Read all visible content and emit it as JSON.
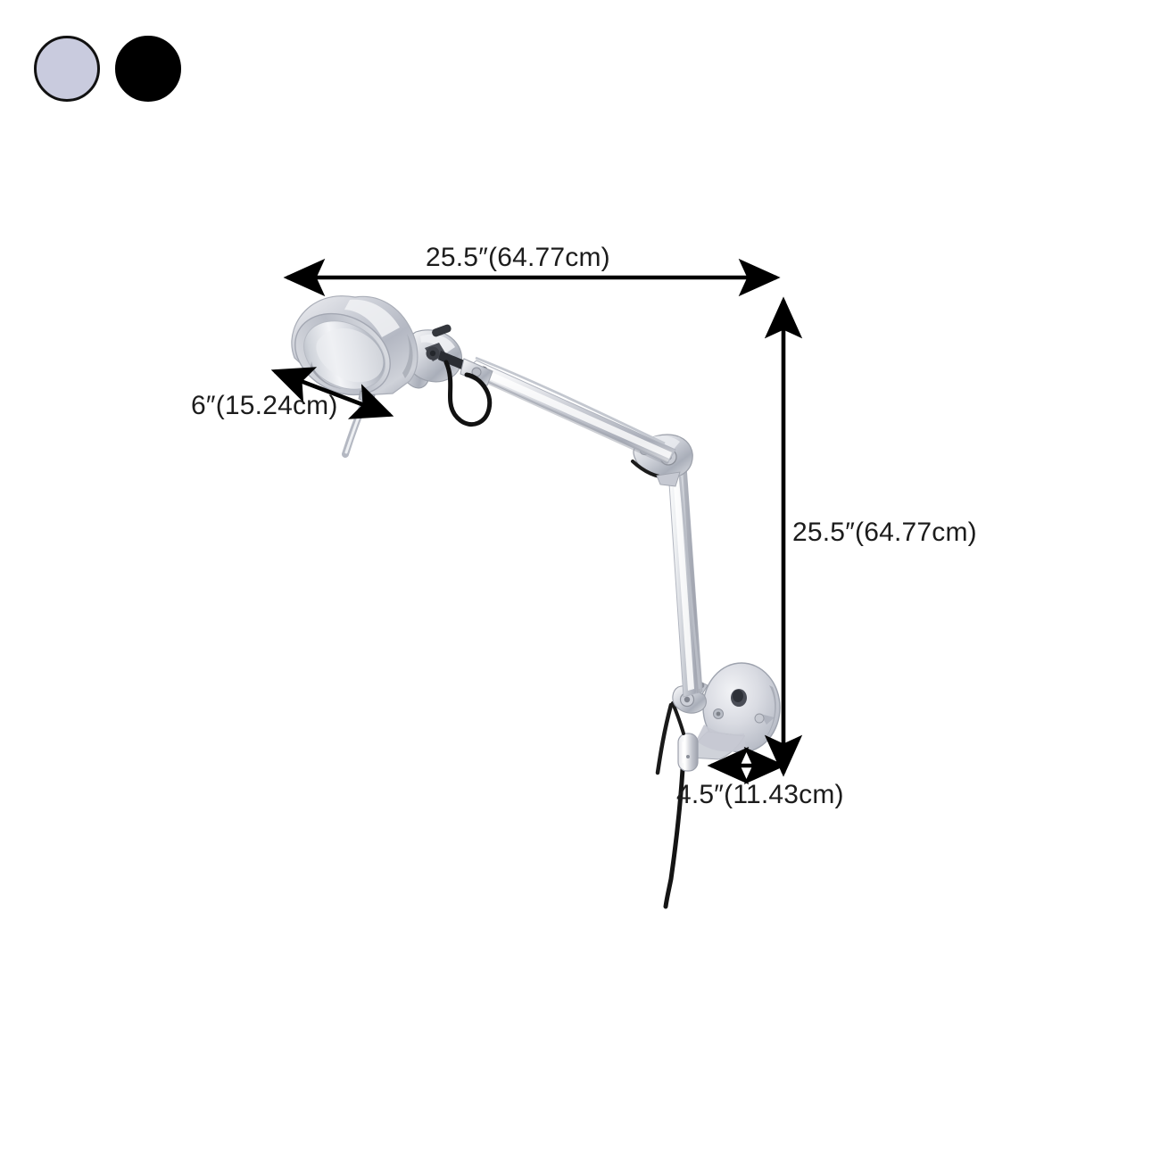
{
  "page": {
    "background_color": "#ffffff",
    "title": "Swing Arm Wall Lamp Dimension Diagram"
  },
  "swatches": {
    "name": "color-options",
    "items": [
      {
        "name": "silver",
        "color": "#c9cbde",
        "border": "#111111"
      },
      {
        "name": "black",
        "color": "#000000",
        "border": "#000000"
      }
    ]
  },
  "dimensions": {
    "width": {
      "label": "25.5″(64.77cm)",
      "inches": 25.5,
      "cm": 64.77,
      "axis": "horizontal",
      "position": "top"
    },
    "shade": {
      "label": "6″(15.24cm)",
      "inches": 6.0,
      "cm": 15.24,
      "axis": "diagonal",
      "position": "left"
    },
    "height": {
      "label": "25.5″(64.77cm)",
      "inches": 25.5,
      "cm": 64.77,
      "axis": "vertical",
      "position": "right"
    },
    "depth": {
      "label": "4.5″(11.43cm)",
      "inches": 4.5,
      "cm": 11.43,
      "axis": "horizontal",
      "position": "bottom"
    }
  },
  "product": {
    "type": "swing-arm-wall-lamp",
    "parts": [
      "lamp-shade",
      "shade-tilt-rod",
      "head-joint",
      "cable-loop",
      "upper-arm",
      "tension-wire",
      "elbow-joint",
      "lower-arm",
      "wall-mount-bracket",
      "inline-switch",
      "power-cord"
    ],
    "finish_color": "#d4d6dd"
  }
}
